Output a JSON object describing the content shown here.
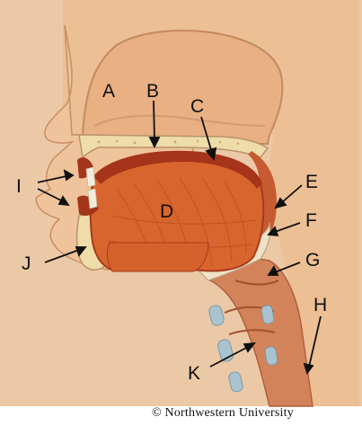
{
  "labels": {
    "A": "A",
    "B": "B",
    "C": "C",
    "D": "D",
    "E": "E",
    "F": "F",
    "G": "G",
    "H": "H",
    "I": "I",
    "J": "J",
    "K": "K"
  },
  "credit": "© Northwestern University",
  "colors": {
    "background": "#ecc9a6",
    "skin": "#f0c098",
    "nasal_cavity": "#eab48a",
    "palate_bone": "#efdcac",
    "tongue": "#d9642c",
    "tongue_dark": "#a23418",
    "throat": "#cf7a50",
    "cartilage": "#a9c3cf",
    "epiglottis": "#efe2c8"
  }
}
